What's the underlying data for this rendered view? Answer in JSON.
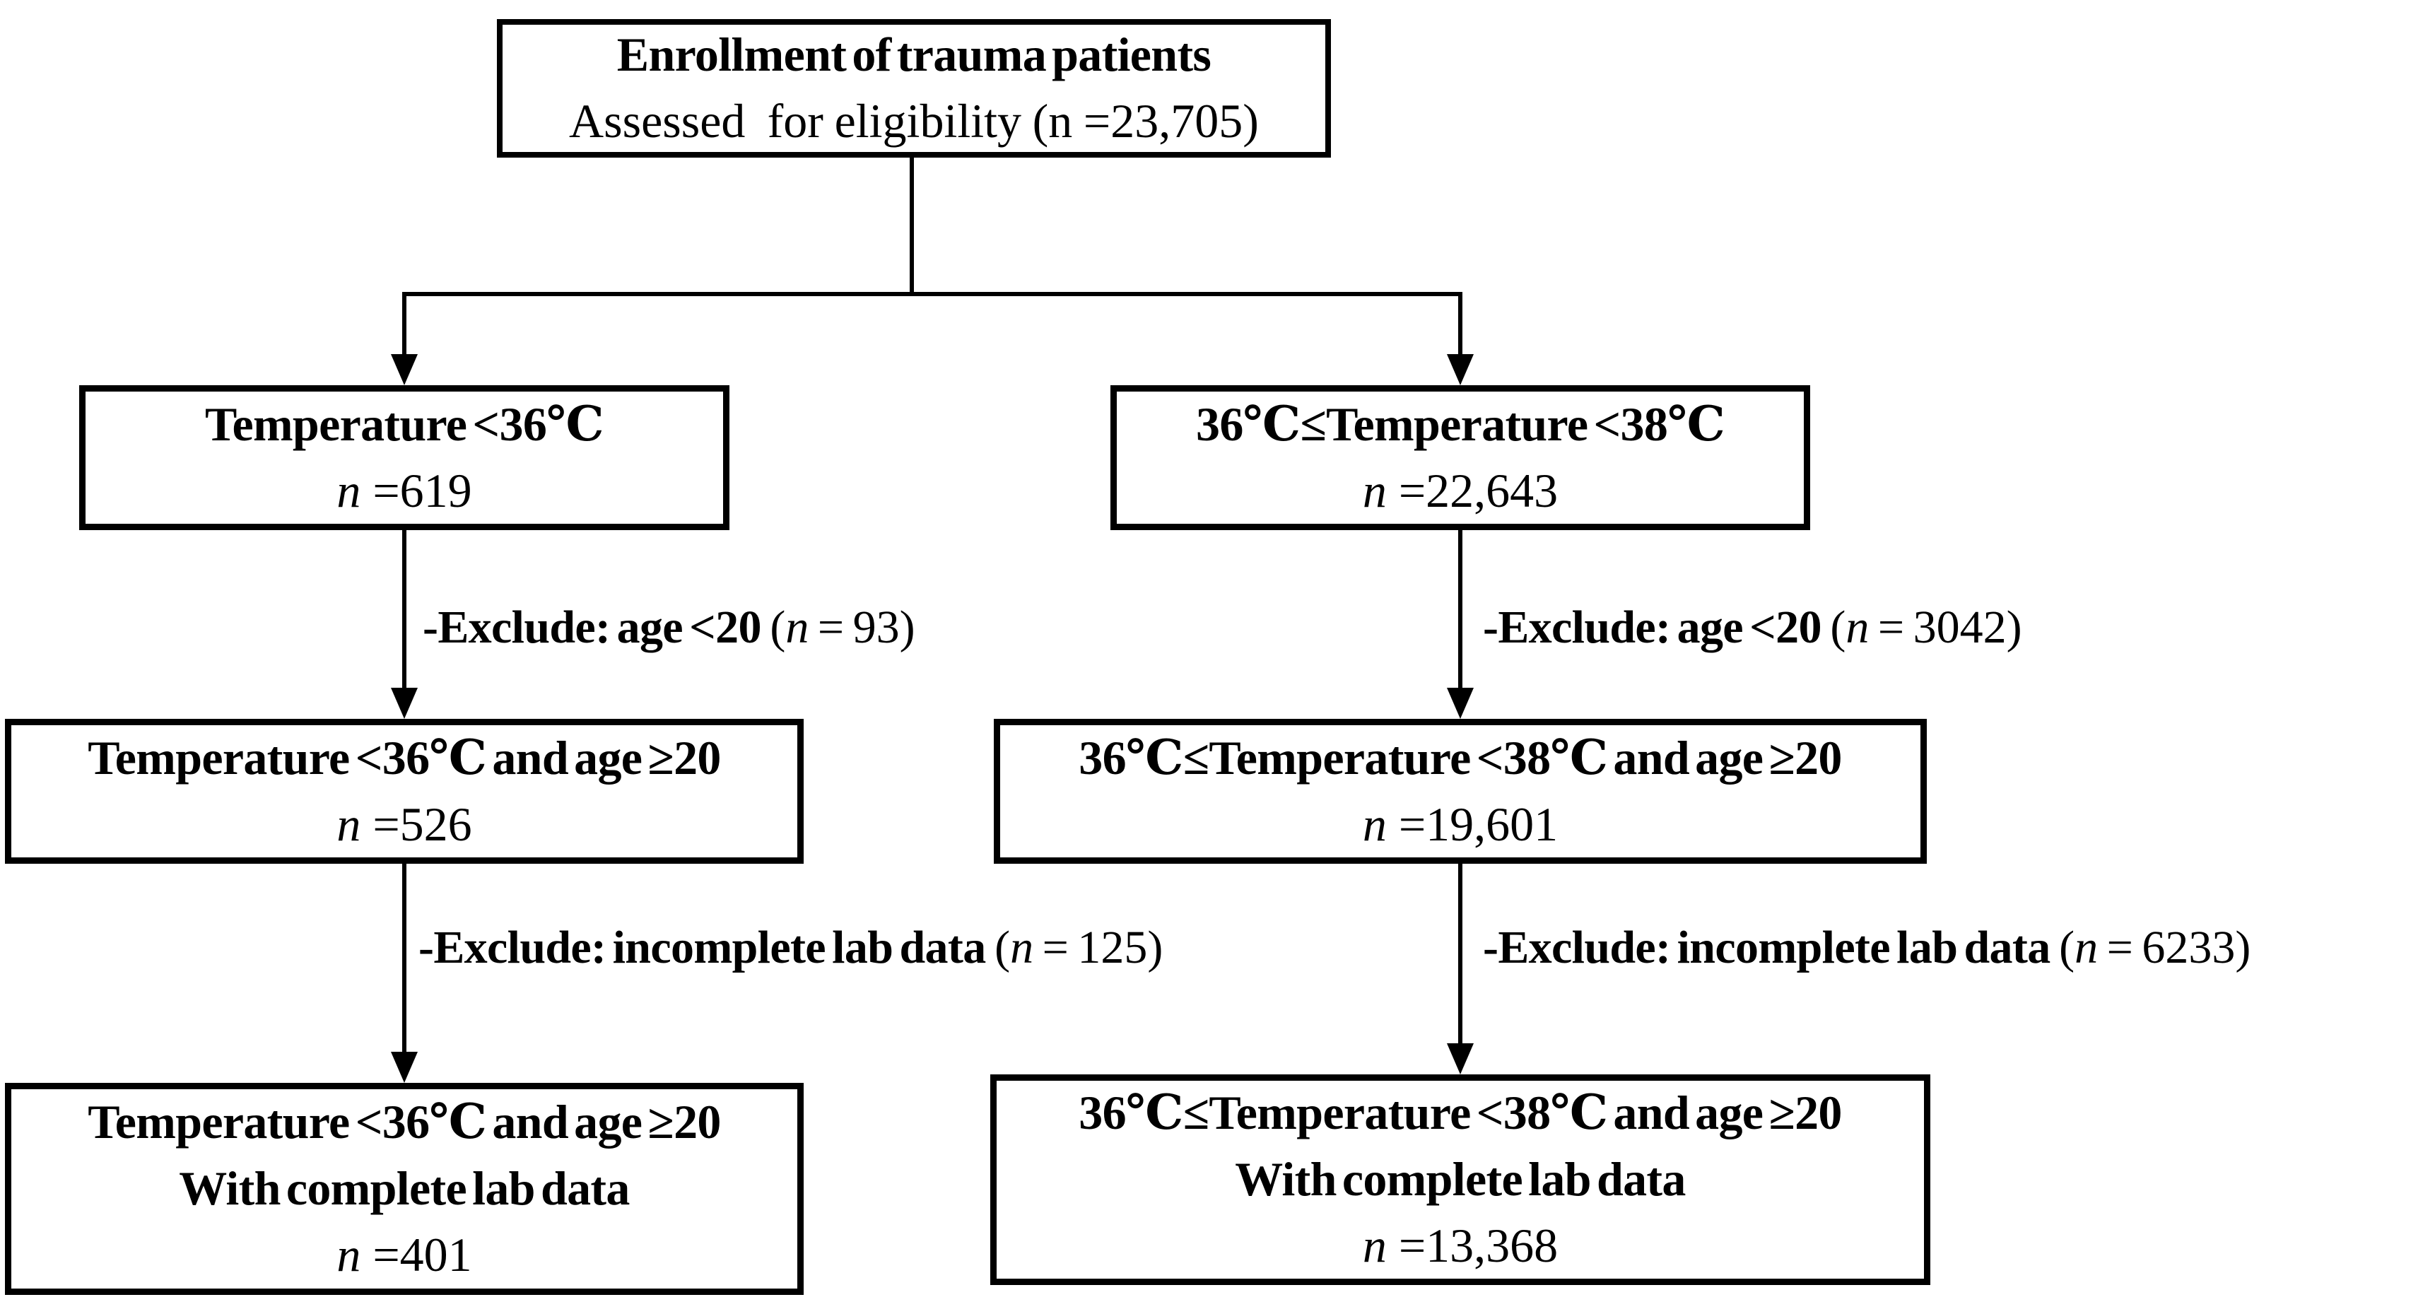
{
  "diagram": {
    "type": "flowchart",
    "colors": {
      "background": "#ffffff",
      "line": "#000000",
      "text": "#000000"
    },
    "nodes": {
      "enrollment": {
        "title": "Enrollment of trauma patients",
        "subtitle_pre": "Assessed  for eligibility (",
        "n": "n",
        "subtitle_post": " =23,705)"
      },
      "left_l2": {
        "condition": "Temperature <36℃",
        "n": "n",
        "count": " =619"
      },
      "right_l2": {
        "condition": "36℃≤Temperature <38℃",
        "n": "n",
        "count": " =22,643"
      },
      "left_l3": {
        "condition": "Temperature <36℃ and age ≥20",
        "n": "n",
        "count": " =526"
      },
      "right_l3": {
        "condition": "36℃≤Temperature <38℃ and age ≥20",
        "n": "n",
        "count": " =19,601"
      },
      "left_l4": {
        "condition": "Temperature <36℃ and age ≥20",
        "line2": "With complete lab data",
        "n": "n",
        "count": " =401"
      },
      "right_l4": {
        "condition": "36℃≤Temperature <38℃ and age ≥20",
        "line2": "With complete lab data",
        "n": "n",
        "count": " =13,368"
      }
    },
    "exclusions": {
      "left_age": {
        "bold": "-Exclude: age <20",
        "pre": " (",
        "n": "n",
        "post": " = 93)"
      },
      "right_age": {
        "bold": "-Exclude: age <20",
        "pre": " (",
        "n": "n",
        "post": " = 3042)"
      },
      "left_lab": {
        "bold": "-Exclude: incomplete lab data",
        "pre": " (",
        "n": "n",
        "post": " = 125)"
      },
      "right_lab": {
        "bold": "-Exclude: incomplete lab data",
        "pre": " (",
        "n": "n",
        "post": " = 6233)"
      }
    }
  }
}
